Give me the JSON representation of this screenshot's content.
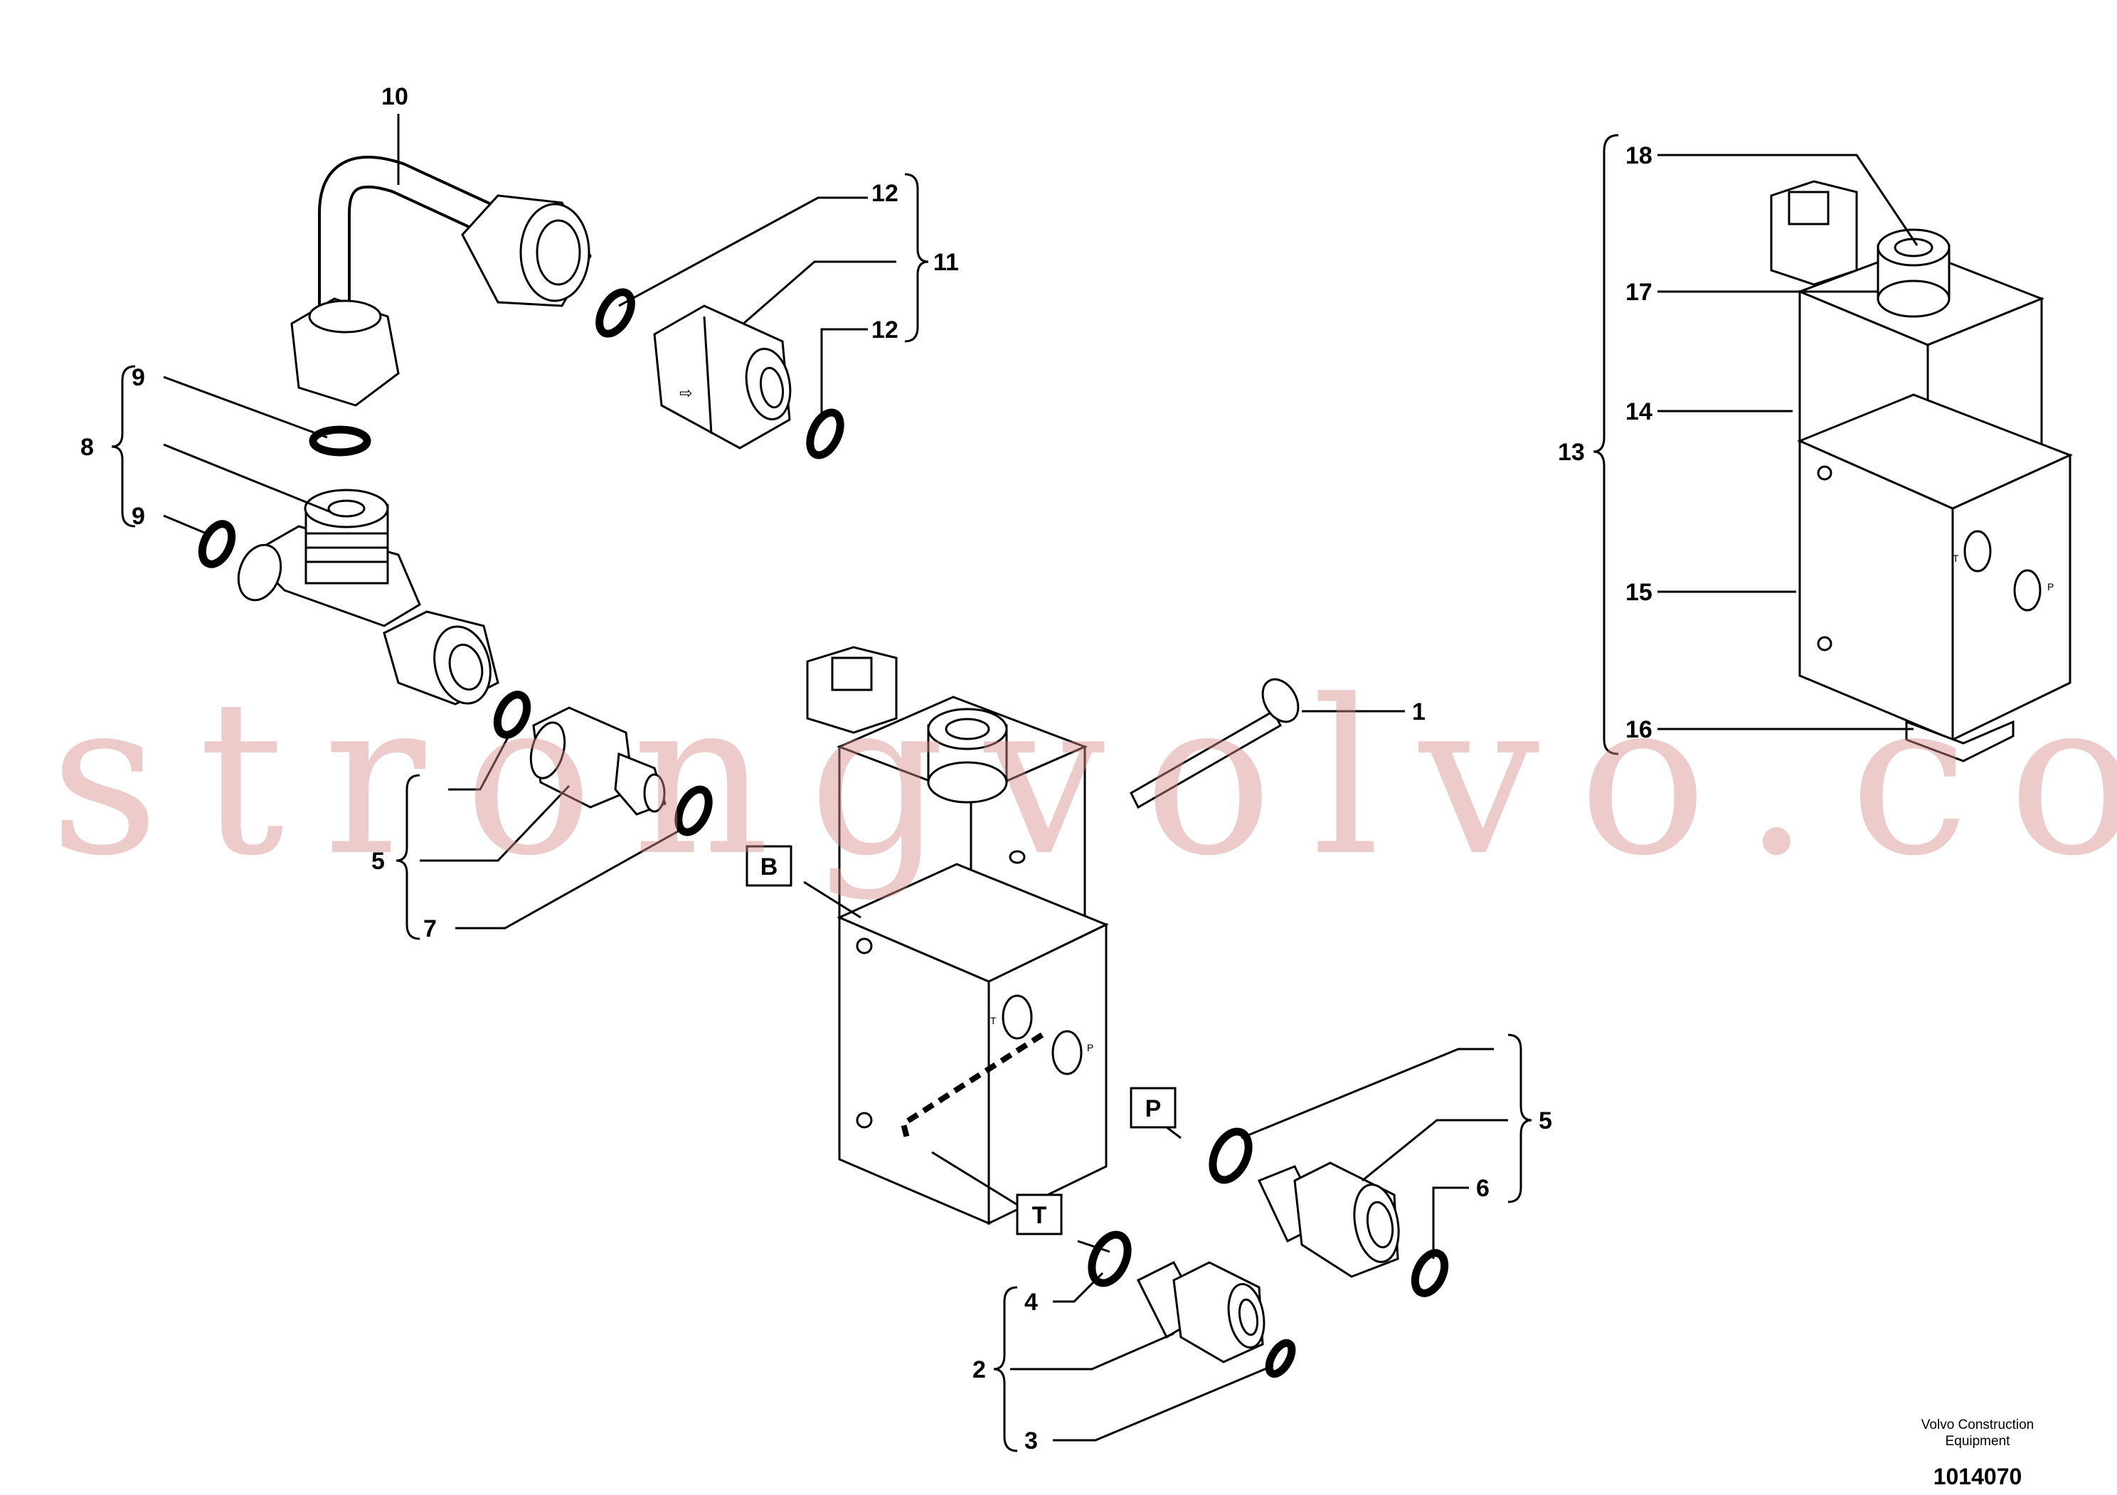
{
  "callouts": {
    "c1": "1",
    "c2": "2",
    "c3": "3",
    "c4": "4",
    "c5a": "5",
    "c5b": "5",
    "c6": "6",
    "c7": "7",
    "c8": "8",
    "c9a": "9",
    "c9b": "9",
    "c10": "10",
    "c11": "11",
    "c12a": "12",
    "c12b": "12",
    "c13": "13",
    "c14": "14",
    "c15": "15",
    "c16": "16",
    "c17": "17",
    "c18": "18"
  },
  "ports": {
    "b": "B",
    "p": "P",
    "t": "T"
  },
  "face_marks": {
    "t": "T",
    "p": "P"
  },
  "watermark": "strongvolvo.com",
  "brand": {
    "line1": "Volvo Construction",
    "line2": "Equipment"
  },
  "doc_number": "1014070"
}
